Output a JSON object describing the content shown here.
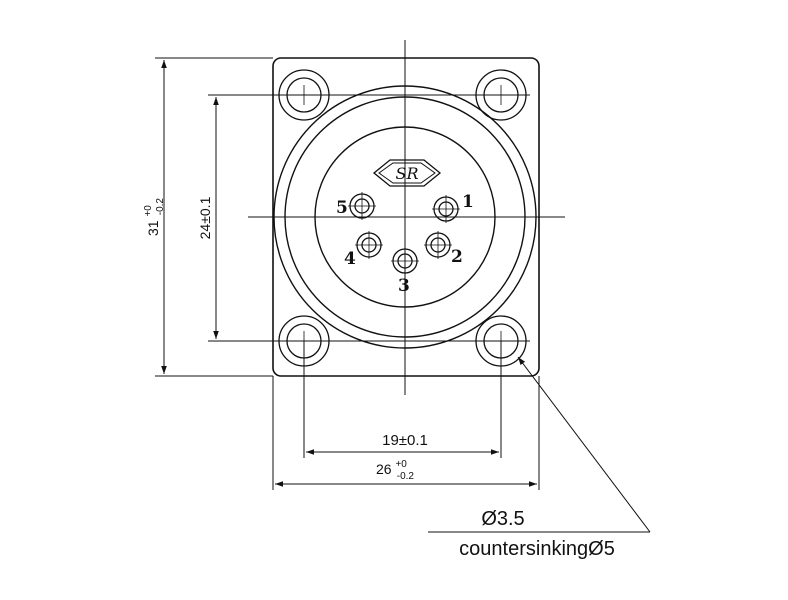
{
  "dimensions": {
    "height_overall_base": "31",
    "height_overall_tol_upper": "+0",
    "height_overall_tol_lower": "-0.2",
    "hole_spacing_vertical": "24±0.1",
    "hole_spacing_horizontal": "19±0.1",
    "width_overall_base": "26",
    "width_overall_tol_upper": "+0",
    "width_overall_tol_lower": "-0.2"
  },
  "callout": {
    "hole_diameter": "Ø3.5",
    "countersink": "countersinkingØ5"
  },
  "pins": {
    "p1": "1",
    "p2": "2",
    "p3": "3",
    "p4": "4",
    "p5": "5"
  },
  "logo": {
    "text": "SR"
  }
}
